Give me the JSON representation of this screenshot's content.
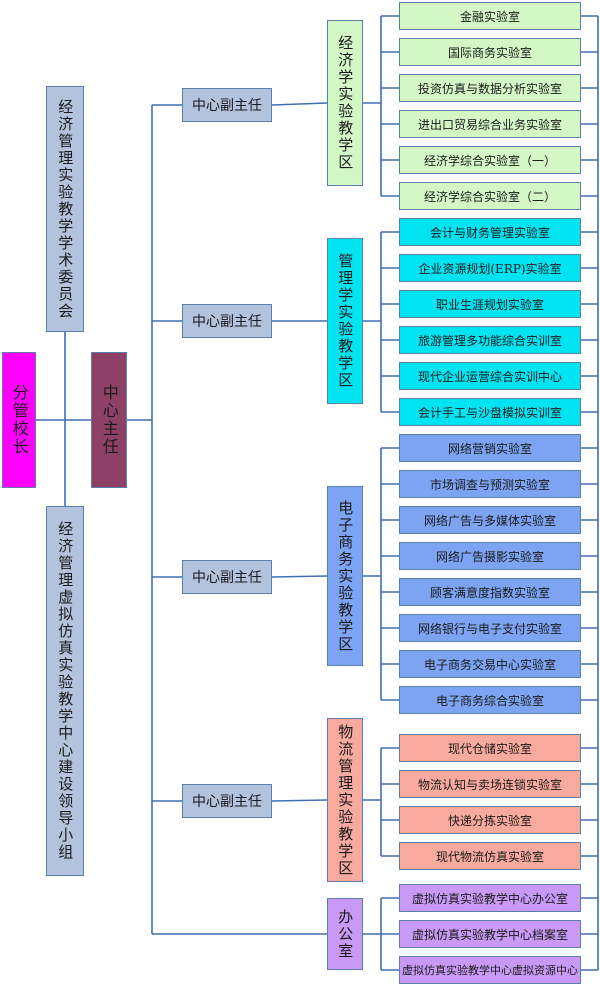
{
  "colors": {
    "line": "#3e6fb5",
    "principal": "#ff00ff",
    "director": "#8e4167",
    "committee": "#b3c3de",
    "deputy": "#b3c3de",
    "economics": "#d4f7c6",
    "management": "#00e4f2",
    "ecommerce": "#7da4f3",
    "logistics": "#f7aa9d",
    "office": "#c89af5"
  },
  "principal": "分管校长",
  "director": "中心主任",
  "committee": "经济管理实验教学学术委员会",
  "leading_group": "经济管理虚拟仿真实验教学中心建设领导小组",
  "deputies": [
    "中心副主任",
    "中心副主任",
    "中心副主任",
    "中心副主任"
  ],
  "zones": [
    {
      "name": "经济学实验教学区",
      "color": "economics",
      "labs": [
        "金融实验室",
        "国际商务实验室",
        "投资仿真与数据分析实验室",
        "进出口贸易综合业务实验室",
        "经济学综合实验室（一）",
        "经济学综合实验室（二）"
      ]
    },
    {
      "name": "管理学实验教学区",
      "color": "management",
      "labs": [
        "会计与财务管理实验室",
        "企业资源规划(ERP)实验室",
        "职业生涯规划实验室",
        "旅游管理多功能综合实训室",
        "现代企业运营综合实训中心",
        "会计手工与沙盘模拟实训室"
      ]
    },
    {
      "name": "电子商务实验教学区",
      "color": "ecommerce",
      "labs": [
        "网络营销实验室",
        "市场调查与预测实验室",
        "网络广告与多媒体实验室",
        "网络广告摄影实验室",
        "顾客满意度指数实验室",
        "网络银行与电子支付实验室",
        "电子商务交易中心实验室",
        "电子商务综合实验室"
      ]
    },
    {
      "name": "物流管理实验教学区",
      "color": "logistics",
      "labs": [
        "现代仓储实验室",
        "物流认知与卖场连锁实验室",
        "快递分拣实验室",
        "现代物流仿真实验室"
      ]
    },
    {
      "name": "办公室",
      "color": "office",
      "labs": [
        "虚拟仿真实验教学中心办公室",
        "虚拟仿真实验教学中心档案室",
        "虚拟仿真实验教学中心虚拟资源中心"
      ]
    }
  ]
}
